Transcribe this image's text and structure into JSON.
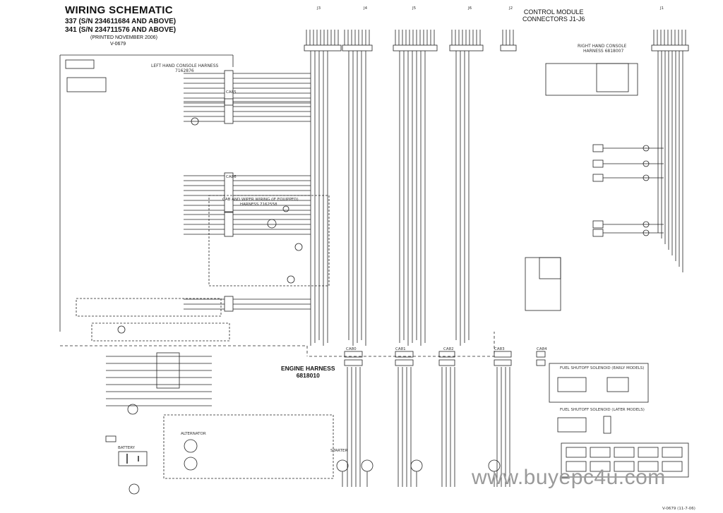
{
  "header": {
    "title": "WIRING SCHEMATIC",
    "line1": "337 (S/N 234611684 AND ABOVE)",
    "line2": "341 (S/N 234711576 AND ABOVE)",
    "printed": "(PRINTED NOVEMBER 2006)",
    "code": "V-0679"
  },
  "control_module": {
    "line1": "CONTROL MODULE",
    "line2": "CONNECTORS J1-J6"
  },
  "harnesses": {
    "left_console": "LEFT HAND CONSOLE HARNESS",
    "left_console_no": "7162876",
    "right_console": "RIGHT HAND CONSOLE",
    "right_console_no": "HARNESS 6818007",
    "engine": "ENGINE HARNESS",
    "engine_no": "6818010",
    "cab_wiper": "CAB AND WIPER WIRING (IF EQUIPPED)",
    "cab_wiper_no": "HARNESS 7162558"
  },
  "connectors": [
    "CA80",
    "CA81",
    "CA82",
    "CA83",
    "CA84",
    "CA85",
    "CA86"
  ],
  "module_jacks": [
    "J3",
    "J4",
    "J5",
    "J6",
    "J2",
    "J1"
  ],
  "components": {
    "fuel_shutoff_1": "FUEL SHUTOFF SOLENOID (EARLY MODELS)",
    "fuel_shutoff_2": "FUEL SHUTOFF SOLENOID (LATER MODELS)",
    "alternator": "ALTERNATOR",
    "starter": "STARTER",
    "battery": "BATTERY"
  },
  "watermark": "www.buyepc4u.com",
  "footer_code": "V-0679 (11-7-06)"
}
